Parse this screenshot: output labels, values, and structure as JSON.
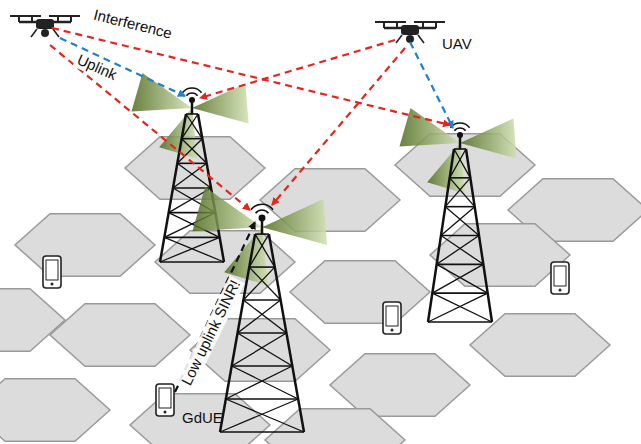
{
  "diagram": {
    "labels": [
      "Interference",
      "Uplink",
      "UAV",
      "Low uplink SINR!",
      "GdUE"
    ]
  }
}
